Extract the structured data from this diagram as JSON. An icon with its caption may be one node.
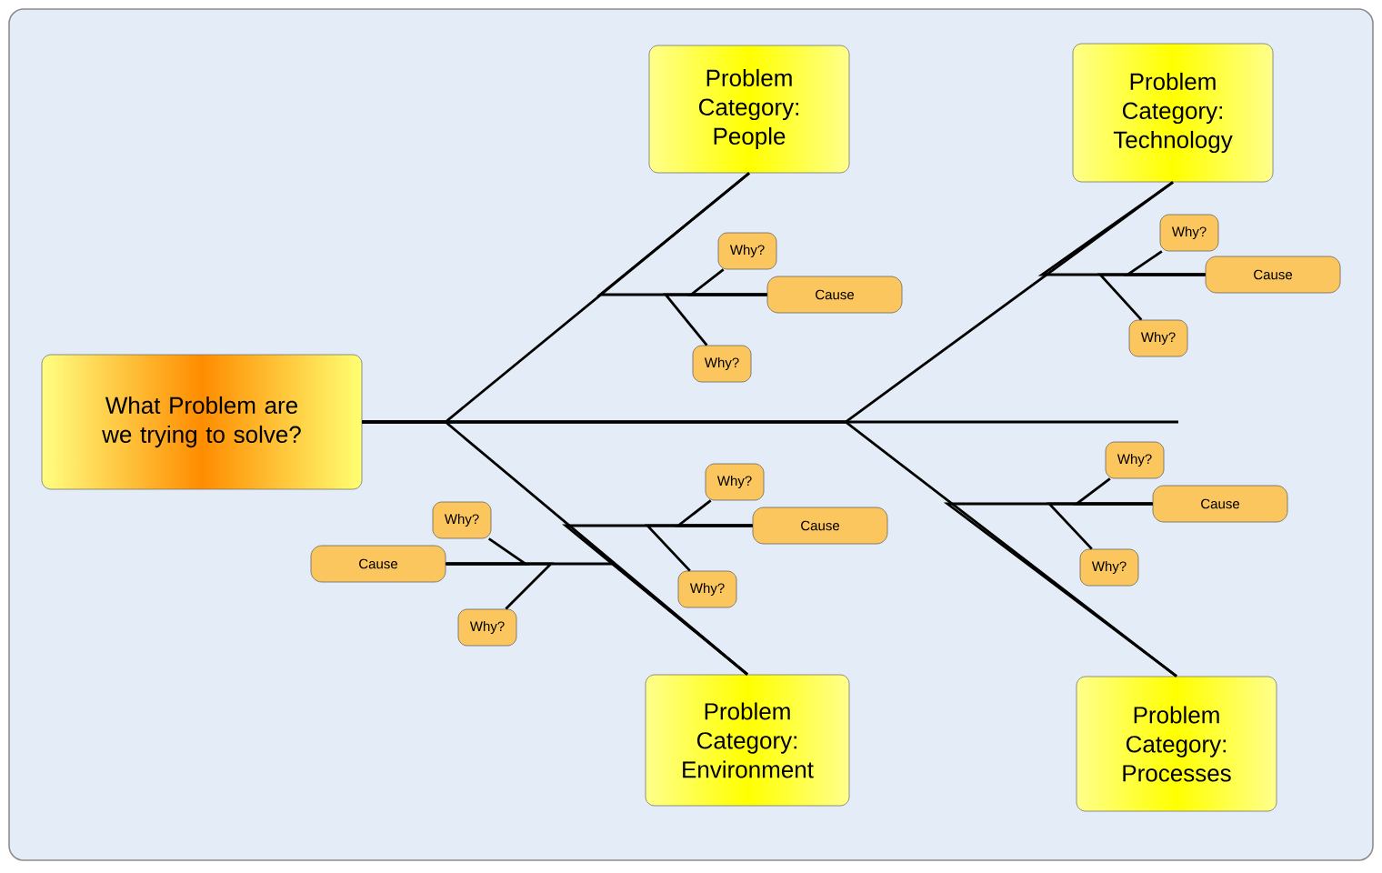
{
  "diagram": {
    "nodes": [
      {
        "text": [
          "What Problem are we trying to solve?"
        ]
      },
      {
        "text": [
          "Problem Category: People"
        ]
      },
      {
        "text": [
          "Problem Category: Technology"
        ]
      },
      {
        "text": [
          "Problem Category: Environment"
        ]
      },
      {
        "text": [
          "Problem Category: Processes"
        ]
      },
      {
        "text": [
          "Why?"
        ]
      },
      {
        "text": [
          "Cause"
        ]
      },
      {
        "text": [
          "Why?"
        ]
      },
      {
        "text": [
          "Why?"
        ]
      },
      {
        "text": [
          "Cause"
        ]
      },
      {
        "text": [
          "Why?"
        ]
      },
      {
        "text": [
          "Why?"
        ]
      },
      {
        "text": [
          "Cause"
        ]
      },
      {
        "text": [
          "Why?"
        ]
      },
      {
        "text": [
          "Why?"
        ]
      },
      {
        "text": [
          "Cause"
        ]
      },
      {
        "text": [
          "Why?"
        ]
      },
      {
        "text": [
          "Why?"
        ]
      },
      {
        "text": [
          "Cause"
        ]
      },
      {
        "text": [
          "Why?"
        ]
      }
    ],
    "edges": [
      {
        "from": 0,
        "to": 1,
        "arrow": "none"
      },
      {
        "from": 0,
        "to": 2,
        "arrow": "none"
      },
      {
        "from": 0,
        "to": 3,
        "arrow": "none"
      },
      {
        "from": 0,
        "to": 4,
        "arrow": "none"
      },
      {
        "from": 0,
        "to": null,
        "arrow": "none"
      },
      {
        "from": 6,
        "to": 1,
        "arrow": "none"
      },
      {
        "from": 5,
        "to": 6,
        "arrow": "none"
      },
      {
        "from": 7,
        "to": 6,
        "arrow": "none"
      },
      {
        "from": 9,
        "to": 2,
        "arrow": "none"
      },
      {
        "from": 8,
        "to": 9,
        "arrow": "none"
      },
      {
        "from": 10,
        "to": 9,
        "arrow": "none"
      },
      {
        "from": 12,
        "to": 3,
        "arrow": "none"
      },
      {
        "from": 11,
        "to": 12,
        "arrow": "none"
      },
      {
        "from": 13,
        "to": 12,
        "arrow": "none"
      },
      {
        "from": 15,
        "to": 3,
        "arrow": "none"
      },
      {
        "from": 14,
        "to": 15,
        "arrow": "none"
      },
      {
        "from": 16,
        "to": 15,
        "arrow": "none"
      },
      {
        "from": 18,
        "to": 4,
        "arrow": "none"
      },
      {
        "from": 17,
        "to": 18,
        "arrow": "none"
      },
      {
        "from": 19,
        "to": 18,
        "arrow": "none"
      }
    ]
  }
}
